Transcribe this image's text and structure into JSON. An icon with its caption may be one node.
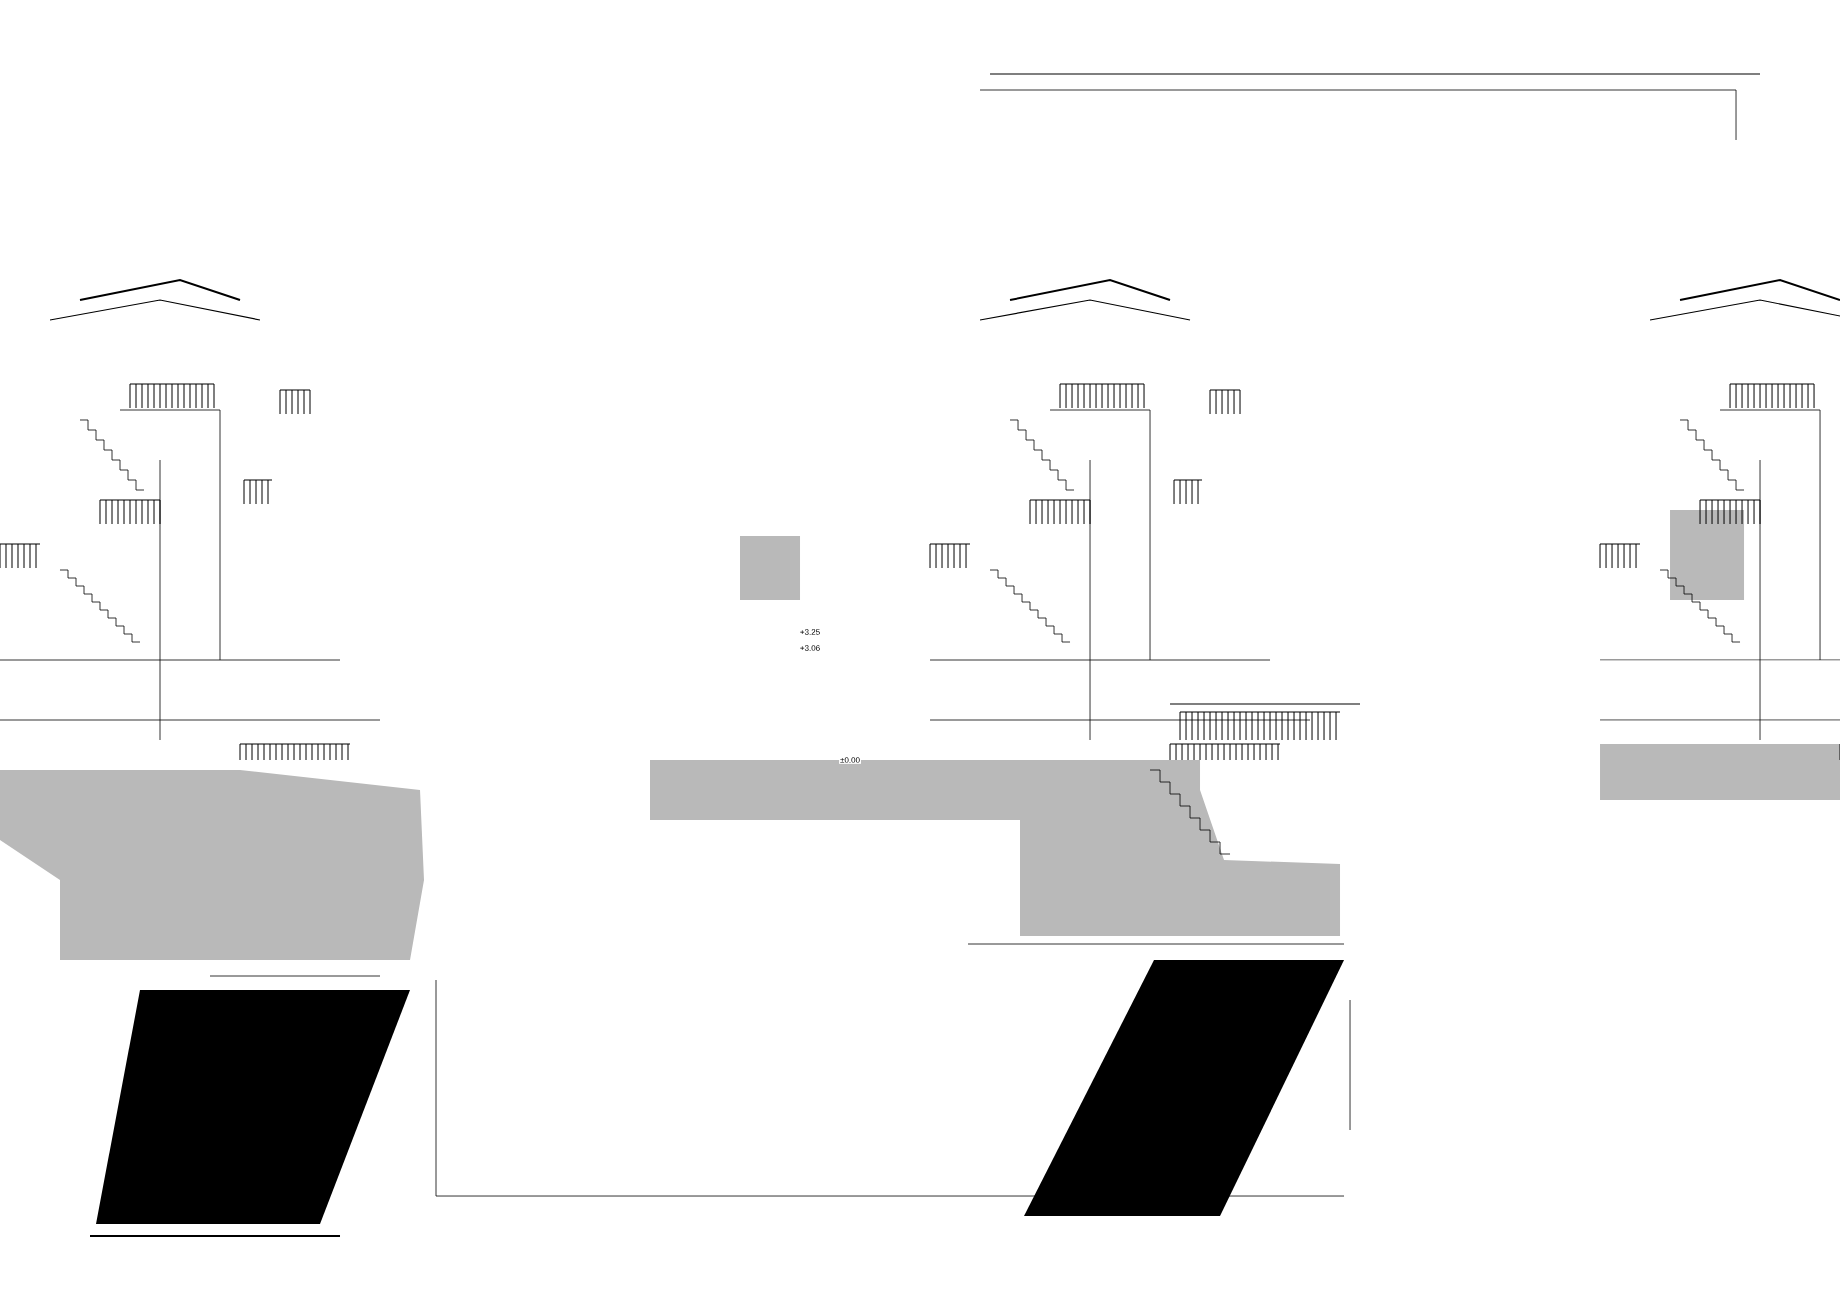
{
  "diagram": {
    "labels": [
      "+3.25",
      "+3.06",
      "±0.00"
    ]
  }
}
